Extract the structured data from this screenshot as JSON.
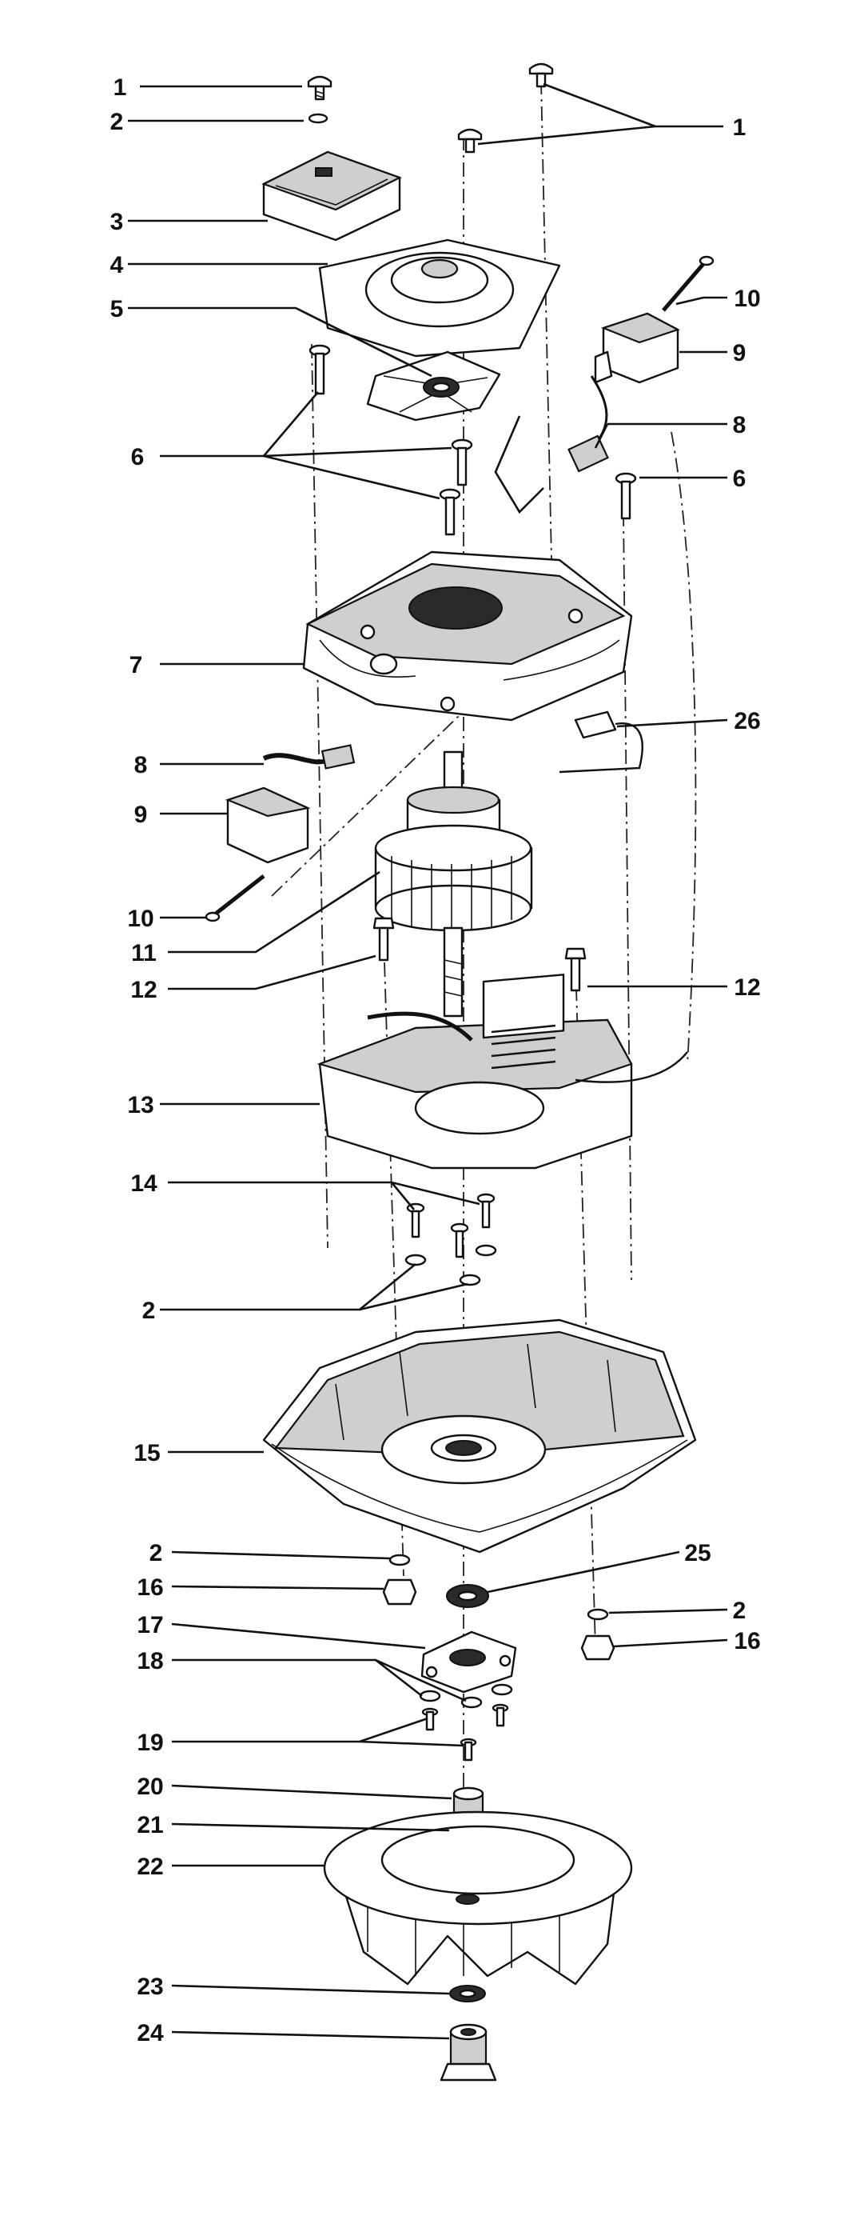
{
  "callouts": [
    {
      "id": "c1a",
      "label": "1"
    },
    {
      "id": "c1b",
      "label": "1"
    },
    {
      "id": "c2a",
      "label": "2"
    },
    {
      "id": "c3",
      "label": "3"
    },
    {
      "id": "c4",
      "label": "4"
    },
    {
      "id": "c5",
      "label": "5"
    },
    {
      "id": "c10a",
      "label": "10"
    },
    {
      "id": "c9a",
      "label": "9"
    },
    {
      "id": "c8a",
      "label": "8"
    },
    {
      "id": "c6a",
      "label": "6"
    },
    {
      "id": "c6b",
      "label": "6"
    },
    {
      "id": "c7",
      "label": "7"
    },
    {
      "id": "c26",
      "label": "26"
    },
    {
      "id": "c8b",
      "label": "8"
    },
    {
      "id": "c9b",
      "label": "9"
    },
    {
      "id": "c10b",
      "label": "10"
    },
    {
      "id": "c11",
      "label": "11"
    },
    {
      "id": "c12a",
      "label": "12"
    },
    {
      "id": "c12b",
      "label": "12"
    },
    {
      "id": "c13",
      "label": "13"
    },
    {
      "id": "c14",
      "label": "14"
    },
    {
      "id": "c2b",
      "label": "2"
    },
    {
      "id": "c15",
      "label": "15"
    },
    {
      "id": "c2c",
      "label": "2"
    },
    {
      "id": "c25",
      "label": "25"
    },
    {
      "id": "c16a",
      "label": "16"
    },
    {
      "id": "c2d",
      "label": "2"
    },
    {
      "id": "c17",
      "label": "17"
    },
    {
      "id": "c16b",
      "label": "16"
    },
    {
      "id": "c18",
      "label": "18"
    },
    {
      "id": "c19",
      "label": "19"
    },
    {
      "id": "c20",
      "label": "20"
    },
    {
      "id": "c21",
      "label": "21"
    },
    {
      "id": "c22",
      "label": "22"
    },
    {
      "id": "c23",
      "label": "23"
    },
    {
      "id": "c24",
      "label": "24"
    }
  ]
}
